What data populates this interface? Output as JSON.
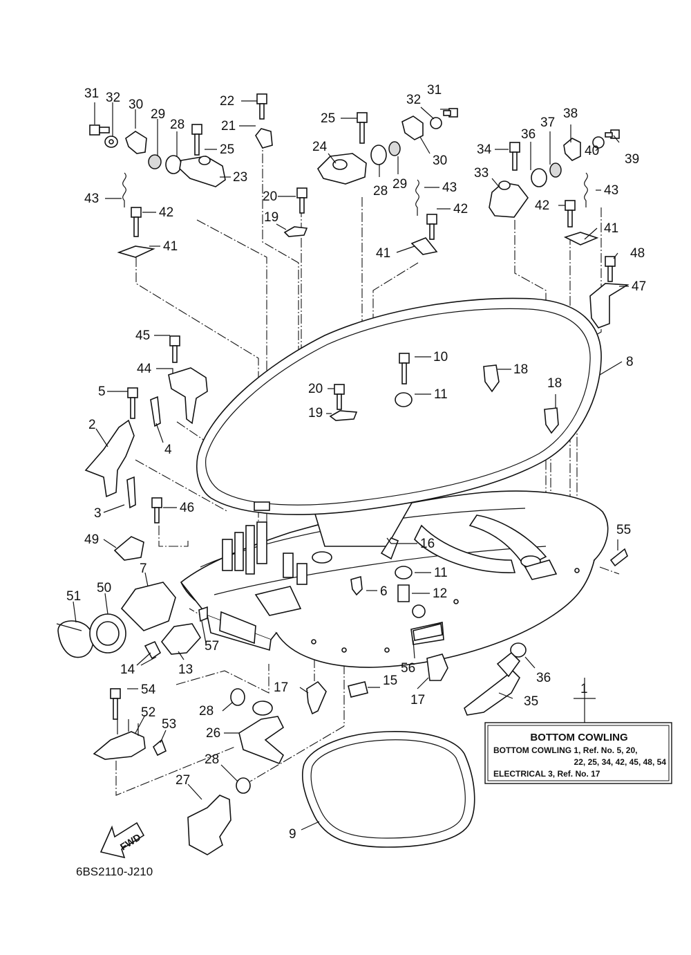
{
  "diagram": {
    "code": "6BS2110-J210",
    "fwd_label": "FWD",
    "info_box": {
      "title": "BOTTOM COWLING",
      "lines": [
        "BOTTOM COWLING 1,  Ref. No. 5, 20,",
        "22, 25, 34, 42, 45, 48, 54",
        "ELECTRICAL 3,  Ref. No. 17"
      ]
    },
    "labels": [
      {
        "id": "l31a",
        "text": "31"
      },
      {
        "id": "l32a",
        "text": "32"
      },
      {
        "id": "l30a",
        "text": "30"
      },
      {
        "id": "l29a",
        "text": "29"
      },
      {
        "id": "l28a",
        "text": "28"
      },
      {
        "id": "l25a",
        "text": "25"
      },
      {
        "id": "l23",
        "text": "23"
      },
      {
        "id": "l22",
        "text": "22"
      },
      {
        "id": "l21",
        "text": "21"
      },
      {
        "id": "l43a",
        "text": "43"
      },
      {
        "id": "l42a",
        "text": "42"
      },
      {
        "id": "l41a",
        "text": "41"
      },
      {
        "id": "l25b",
        "text": "25"
      },
      {
        "id": "l24",
        "text": "24"
      },
      {
        "id": "l28b",
        "text": "28"
      },
      {
        "id": "l29b",
        "text": "29"
      },
      {
        "id": "l30b",
        "text": "30"
      },
      {
        "id": "l32b",
        "text": "32"
      },
      {
        "id": "l31b",
        "text": "31"
      },
      {
        "id": "l20a",
        "text": "20"
      },
      {
        "id": "l19a",
        "text": "19"
      },
      {
        "id": "l43b",
        "text": "43"
      },
      {
        "id": "l42b",
        "text": "42"
      },
      {
        "id": "l41b",
        "text": "41"
      },
      {
        "id": "l38",
        "text": "38"
      },
      {
        "id": "l37",
        "text": "37"
      },
      {
        "id": "l36a",
        "text": "36"
      },
      {
        "id": "l34",
        "text": "34"
      },
      {
        "id": "l33",
        "text": "33"
      },
      {
        "id": "l39",
        "text": "39"
      },
      {
        "id": "l40",
        "text": "40"
      },
      {
        "id": "l43c",
        "text": "43"
      },
      {
        "id": "l42c",
        "text": "42"
      },
      {
        "id": "l41c",
        "text": "41"
      },
      {
        "id": "l48",
        "text": "48"
      },
      {
        "id": "l47",
        "text": "47"
      },
      {
        "id": "l8",
        "text": "8"
      },
      {
        "id": "l45",
        "text": "45"
      },
      {
        "id": "l44",
        "text": "44"
      },
      {
        "id": "l10",
        "text": "10"
      },
      {
        "id": "l18a",
        "text": "18"
      },
      {
        "id": "l18b",
        "text": "18"
      },
      {
        "id": "l5",
        "text": "5"
      },
      {
        "id": "l20b",
        "text": "20"
      },
      {
        "id": "l11a",
        "text": "11"
      },
      {
        "id": "l19b",
        "text": "19"
      },
      {
        "id": "l2",
        "text": "2"
      },
      {
        "id": "l4",
        "text": "4"
      },
      {
        "id": "l3",
        "text": "3"
      },
      {
        "id": "l46",
        "text": "46"
      },
      {
        "id": "l49",
        "text": "49"
      },
      {
        "id": "l16",
        "text": "16"
      },
      {
        "id": "l55",
        "text": "55"
      },
      {
        "id": "l7",
        "text": "7"
      },
      {
        "id": "l11b",
        "text": "11"
      },
      {
        "id": "l51",
        "text": "51"
      },
      {
        "id": "l50",
        "text": "50"
      },
      {
        "id": "l6",
        "text": "6"
      },
      {
        "id": "l12",
        "text": "12"
      },
      {
        "id": "l57",
        "text": "57"
      },
      {
        "id": "l14",
        "text": "14"
      },
      {
        "id": "l13",
        "text": "13"
      },
      {
        "id": "l56",
        "text": "56"
      },
      {
        "id": "l36b",
        "text": "36"
      },
      {
        "id": "l1",
        "text": "1"
      },
      {
        "id": "l17a",
        "text": "17"
      },
      {
        "id": "l15",
        "text": "15"
      },
      {
        "id": "l17b",
        "text": "17"
      },
      {
        "id": "l35",
        "text": "35"
      },
      {
        "id": "l54",
        "text": "54"
      },
      {
        "id": "l28c",
        "text": "28"
      },
      {
        "id": "l52",
        "text": "52"
      },
      {
        "id": "l53",
        "text": "53"
      },
      {
        "id": "l26",
        "text": "26"
      },
      {
        "id": "l28d",
        "text": "28"
      },
      {
        "id": "l27",
        "text": "27"
      },
      {
        "id": "l9",
        "text": "9"
      }
    ]
  }
}
